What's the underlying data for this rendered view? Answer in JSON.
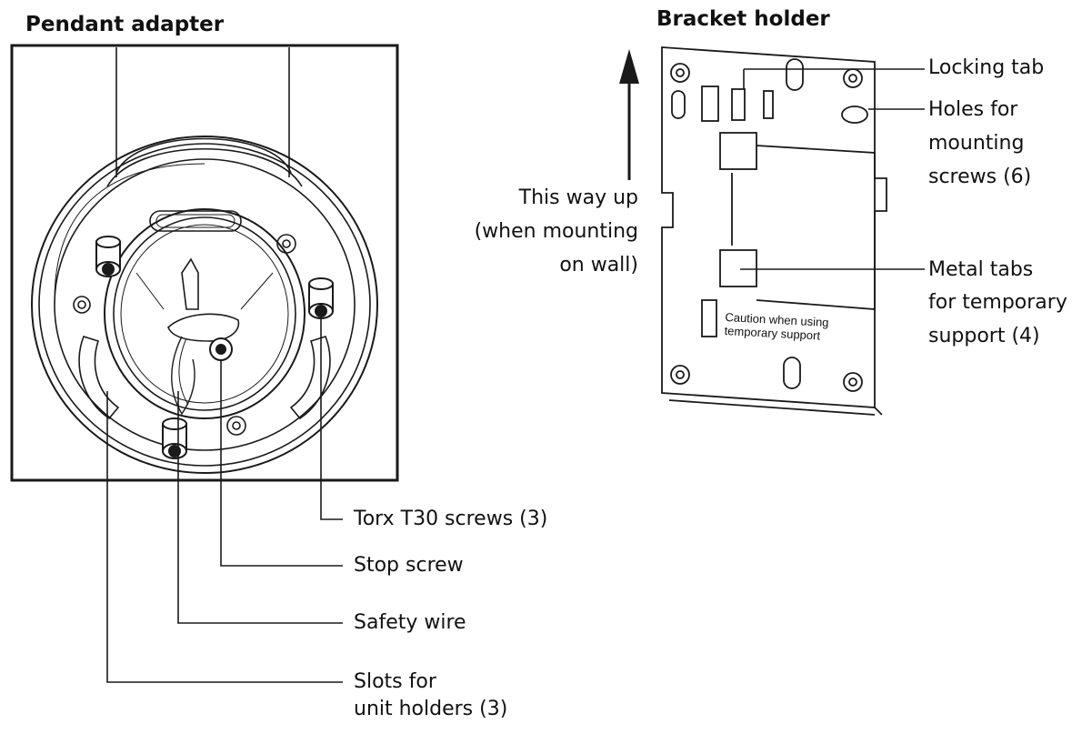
{
  "pendant": {
    "title": "Pendant adapter",
    "labels": {
      "torx": "Torx T30 screws (3)",
      "stop": "Stop screw",
      "wire": "Safety wire",
      "slots_1": "Slots for",
      "slots_2": "unit holders (3)"
    }
  },
  "bracket": {
    "title": "Bracket holder",
    "caution_1": "Caution when using",
    "caution_2": "temporary support",
    "labels": {
      "up_1": "This way up",
      "up_2": "(when mounting",
      "up_3": "on wall)",
      "locking": "Locking tab",
      "holes_1": "Holes for",
      "holes_2": "mounting",
      "holes_3": "screws (6)",
      "metal_1": "Metal tabs",
      "metal_2": "for temporary",
      "metal_3": "support (4)"
    }
  },
  "colors": {
    "line": "#1a1a1a",
    "background": "#ffffff"
  }
}
